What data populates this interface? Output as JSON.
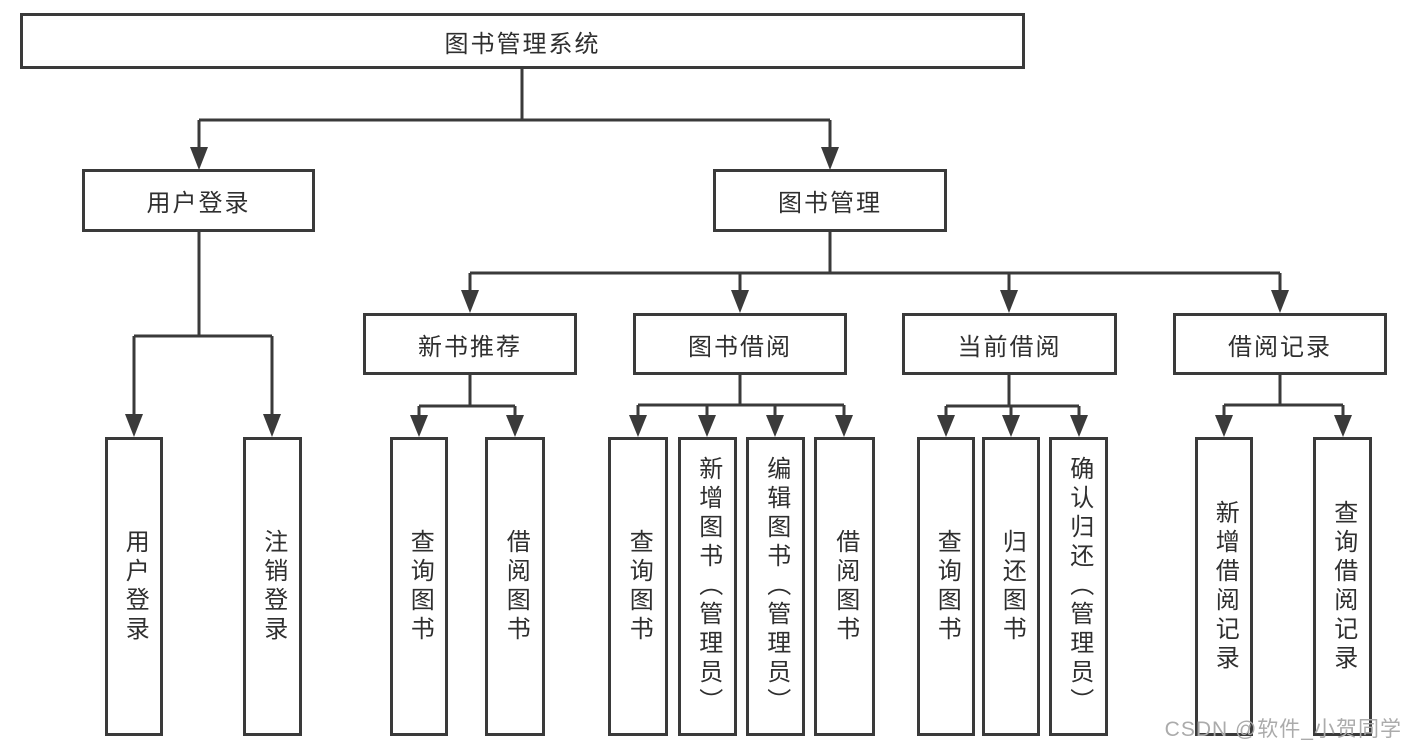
{
  "tree": {
    "label": "图书管理系统",
    "children": [
      {
        "label": "用户登录",
        "children": [
          {
            "label": "用户登录"
          },
          {
            "label": "注销登录"
          }
        ]
      },
      {
        "label": "图书管理",
        "children": [
          {
            "label": "新书推荐",
            "children": [
              {
                "label": "查询图书"
              },
              {
                "label": "借阅图书"
              }
            ]
          },
          {
            "label": "图书借阅",
            "children": [
              {
                "label": "查询图书"
              },
              {
                "label": "新增图书（管理员）"
              },
              {
                "label": "编辑图书（管理员）"
              },
              {
                "label": "借阅图书"
              }
            ]
          },
          {
            "label": "当前借阅",
            "children": [
              {
                "label": "查询图书"
              },
              {
                "label": "归还图书"
              },
              {
                "label": "确认归还（管理员）"
              }
            ]
          },
          {
            "label": "借阅记录",
            "children": [
              {
                "label": "新增借阅记录"
              },
              {
                "label": "查询借阅记录"
              }
            ]
          }
        ]
      }
    ]
  },
  "watermark": {
    "text": "CSDN @软件_小贺同学"
  },
  "colors": {
    "line": "#3a3a3a",
    "text": "#2f2f2f",
    "watermark": "#ababab",
    "background": "#ffffff"
  }
}
